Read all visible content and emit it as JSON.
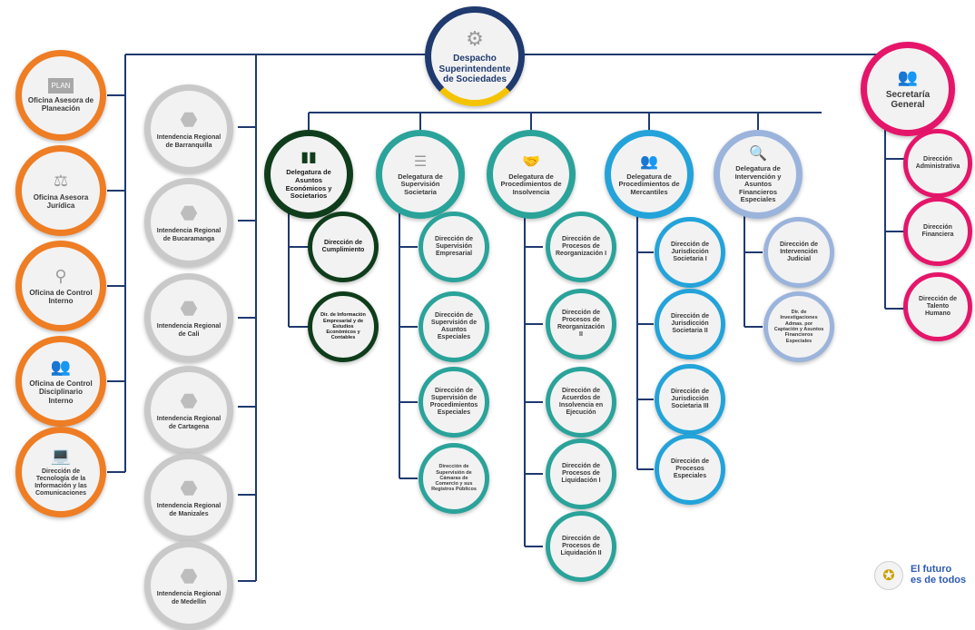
{
  "org": {
    "root": {
      "label": "Despacho Superintendente de Sociedades",
      "icon": "gears-icon"
    },
    "secretaria": {
      "label": "Secretaría General",
      "icon": "people-network-icon",
      "children": [
        "Dirección Administrativa",
        "Dirección Financiera",
        "Dirección de Talento Humano"
      ]
    },
    "advisory": [
      {
        "label": "Oficina Asesora de Planeación",
        "icon": "plan-board-icon",
        "badge": "PLAN"
      },
      {
        "label": "Oficina Asesora Jurídica",
        "icon": "scales-icon"
      },
      {
        "label": "Oficina de Control Interno",
        "icon": "magnifier-icon"
      },
      {
        "label": "Oficina de Control Disciplinario Interno",
        "icon": "people-icon"
      },
      {
        "label": "Dirección de Tecnología de la Información y las Comunicaciones",
        "icon": "laptop-icon"
      }
    ],
    "intendencias": [
      "Intendencia Regional de Barranquilla",
      "Intendencia Regional de Bucaramanga",
      "Intendencia Regional de Cali",
      "Intendencia Regional de Cartagena",
      "Intendencia Regional de Manizales",
      "Intendencia Regional de Medellín"
    ],
    "delegaturas": [
      {
        "label": "Delegatura de Asuntos Económicos y Societarios",
        "icon": "bar-chart-icon",
        "children": [
          "Dirección de Cumplimiento",
          "Dir. de Información Empresarial y de Estudios Económicos y Contables"
        ]
      },
      {
        "label": "Delegatura de Supervisión Societaria",
        "icon": "checklist-icon",
        "children": [
          "Dirección de Supervisión Empresarial",
          "Dirección de Supervisión de Asuntos Especiales",
          "Dirección de Supervisión de Procedimientos Especiales",
          "Dirección de Supervisión de Cámaras de Comercio y sus Registros Públicos"
        ]
      },
      {
        "label": "Delegatura de Procedimientos de Insolvencia",
        "icon": "handshake-icon",
        "children": [
          "Dirección de Procesos de Reorganización I",
          "Dirección de Procesos de Reorganización II",
          "Dirección de Acuerdos de Insolvencia en Ejecución",
          "Dirección de Procesos de Liquidación I",
          "Dirección de Procesos de Liquidación II"
        ]
      },
      {
        "label": "Delegatura de Procedimientos de Mercantiles",
        "icon": "group-icon",
        "children": [
          "Dirección de Jurisdicción Societaria I",
          "Dirección de Jurisdicción Societaria II",
          "Dirección de Jurisdicción Societaria III",
          "Dirección de Procesos Especiales"
        ]
      },
      {
        "label": "Delegatura de Intervención y Asuntos Financieros Especiales",
        "icon": "search-money-icon",
        "children": [
          "Dirección de Intervención Judicial",
          "Dir. de Investigaciones Admas. por Captación y Asuntos Financieros Especiales"
        ]
      }
    ],
    "brand": {
      "line1": "El futuro",
      "line2": "es de todos"
    },
    "colors": {
      "navy": "#1f3a6e",
      "orange": "#ee7d24",
      "gray": "#c6c6c6",
      "darkgreen": "#0f3d1b",
      "teal": "#2aa39a",
      "cyan": "#23a3d9",
      "lightblue": "#9bb4dc",
      "magenta": "#e5156a"
    }
  }
}
